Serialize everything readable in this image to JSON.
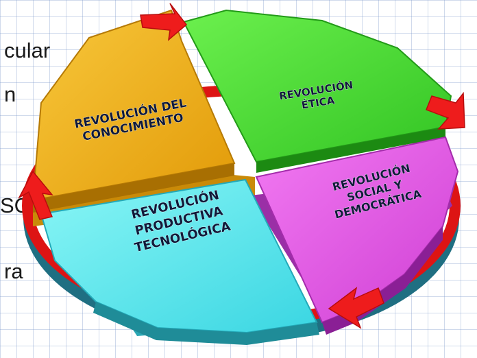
{
  "background_text": [
    {
      "text": "cular",
      "id": "bg-line-1"
    },
    {
      "text": "n",
      "id": "bg-line-2"
    },
    {
      "text": "SCP",
      "id": "bg-line-3"
    },
    {
      "text": "ra",
      "id": "bg-line-4"
    }
  ],
  "segments": {
    "conocimiento": {
      "lines": [
        "REVOLUCIÓN DEL",
        "CONOCIMIENTO"
      ],
      "color": "#f2b21a"
    },
    "etica": {
      "lines": [
        "REVOLUCIÓN",
        "ÉTICA"
      ],
      "color": "#4ee03a"
    },
    "social": {
      "lines": [
        "REVOLUCIÓN",
        "SOCIAL Y",
        "DEMOCRÁTICA"
      ],
      "color": "#e85be8"
    },
    "productiva": {
      "lines": [
        "REVOLUCIÓN",
        "PRODUCTIVA",
        "TECNOLÓGICA"
      ],
      "color": "#5ef0f0"
    }
  },
  "arrow_color": "#ee1c1c"
}
